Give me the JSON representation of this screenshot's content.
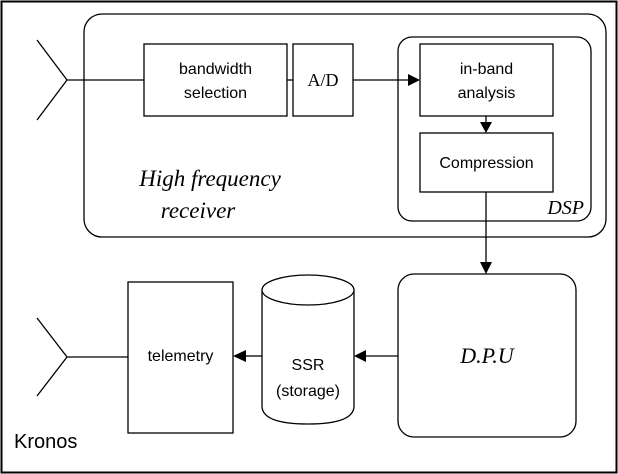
{
  "title": "Kronos",
  "blocks": {
    "bandwidth_selection": {
      "line1": "bandwidth",
      "line2": "selection"
    },
    "ad": "A/D",
    "in_band_analysis": {
      "line1": "in-band",
      "line2": "analysis"
    },
    "compression": "Compression",
    "dsp": "DSP",
    "receiver": {
      "line1": "High frequency",
      "line2": "receiver"
    },
    "dpu": "D.P.U",
    "ssr": {
      "line1": "SSR",
      "line2": "(storage)"
    },
    "telemetry": "telemetry"
  }
}
